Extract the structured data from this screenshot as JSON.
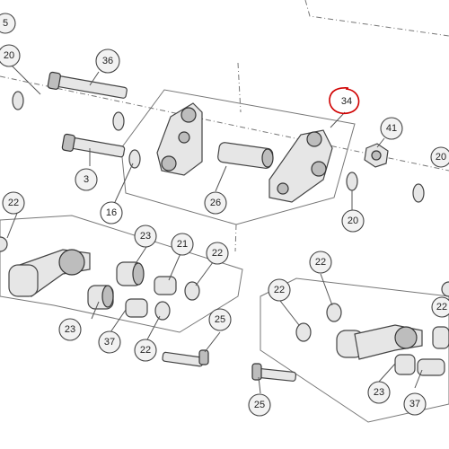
{
  "diagram": {
    "callouts": [
      {
        "id": "5",
        "label": "5"
      },
      {
        "id": "20a",
        "label": "20"
      },
      {
        "id": "36",
        "label": "36"
      },
      {
        "id": "34",
        "label": "34"
      },
      {
        "id": "41",
        "label": "41"
      },
      {
        "id": "3",
        "label": "3"
      },
      {
        "id": "16",
        "label": "16"
      },
      {
        "id": "26",
        "label": "26"
      },
      {
        "id": "20b",
        "label": "20"
      },
      {
        "id": "20c",
        "label": "20"
      },
      {
        "id": "22a",
        "label": "22"
      },
      {
        "id": "23a",
        "label": "23"
      },
      {
        "id": "21",
        "label": "21"
      },
      {
        "id": "22b",
        "label": "22"
      },
      {
        "id": "23b",
        "label": "23"
      },
      {
        "id": "37a",
        "label": "37"
      },
      {
        "id": "22c",
        "label": "22"
      },
      {
        "id": "25a",
        "label": "25"
      },
      {
        "id": "22d",
        "label": "22"
      },
      {
        "id": "22e",
        "label": "22"
      },
      {
        "id": "22f",
        "label": "22"
      },
      {
        "id": "23c",
        "label": "23"
      },
      {
        "id": "37b",
        "label": "37"
      },
      {
        "id": "25b",
        "label": "25"
      }
    ],
    "highlight": {
      "callout": "34",
      "color": "#d00000"
    },
    "colors": {
      "line": "#444444",
      "part_fill": "#e6e6e6",
      "bubble_fill": "#f2f2f2"
    }
  }
}
